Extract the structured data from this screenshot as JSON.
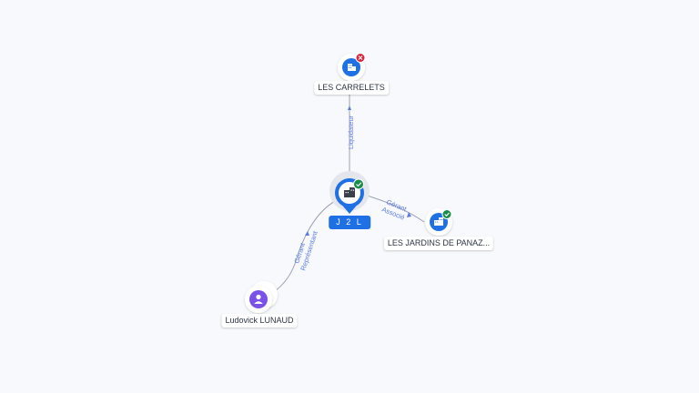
{
  "center": {
    "label": "J 2 L",
    "status": "active",
    "icon": "building-icon"
  },
  "nodes": [
    {
      "id": "carrelets",
      "label": "LES CARRELETS",
      "icon": "building-icon",
      "status": "closed"
    },
    {
      "id": "jardins",
      "label": "LES JARDINS DE PANAZ...",
      "icon": "building-icon",
      "status": "active"
    },
    {
      "id": "person",
      "label": "Ludovick LUNAUD",
      "icon": "person-icon"
    }
  ],
  "edges": [
    {
      "id": "to-carrelets",
      "lines": [
        "Liquidateur"
      ]
    },
    {
      "id": "to-jardins",
      "lines": [
        "Gérant",
        "Associé"
      ]
    },
    {
      "id": "to-person",
      "lines": [
        "Gérant",
        "Représentant"
      ]
    }
  ],
  "colors": {
    "company": "#1f6fe5",
    "person": "#7b52e8",
    "active_badge": "#1c8c4a",
    "closed_badge": "#d7263d",
    "edge": "#9aa2b5",
    "edge_label": "#5b7be0"
  }
}
